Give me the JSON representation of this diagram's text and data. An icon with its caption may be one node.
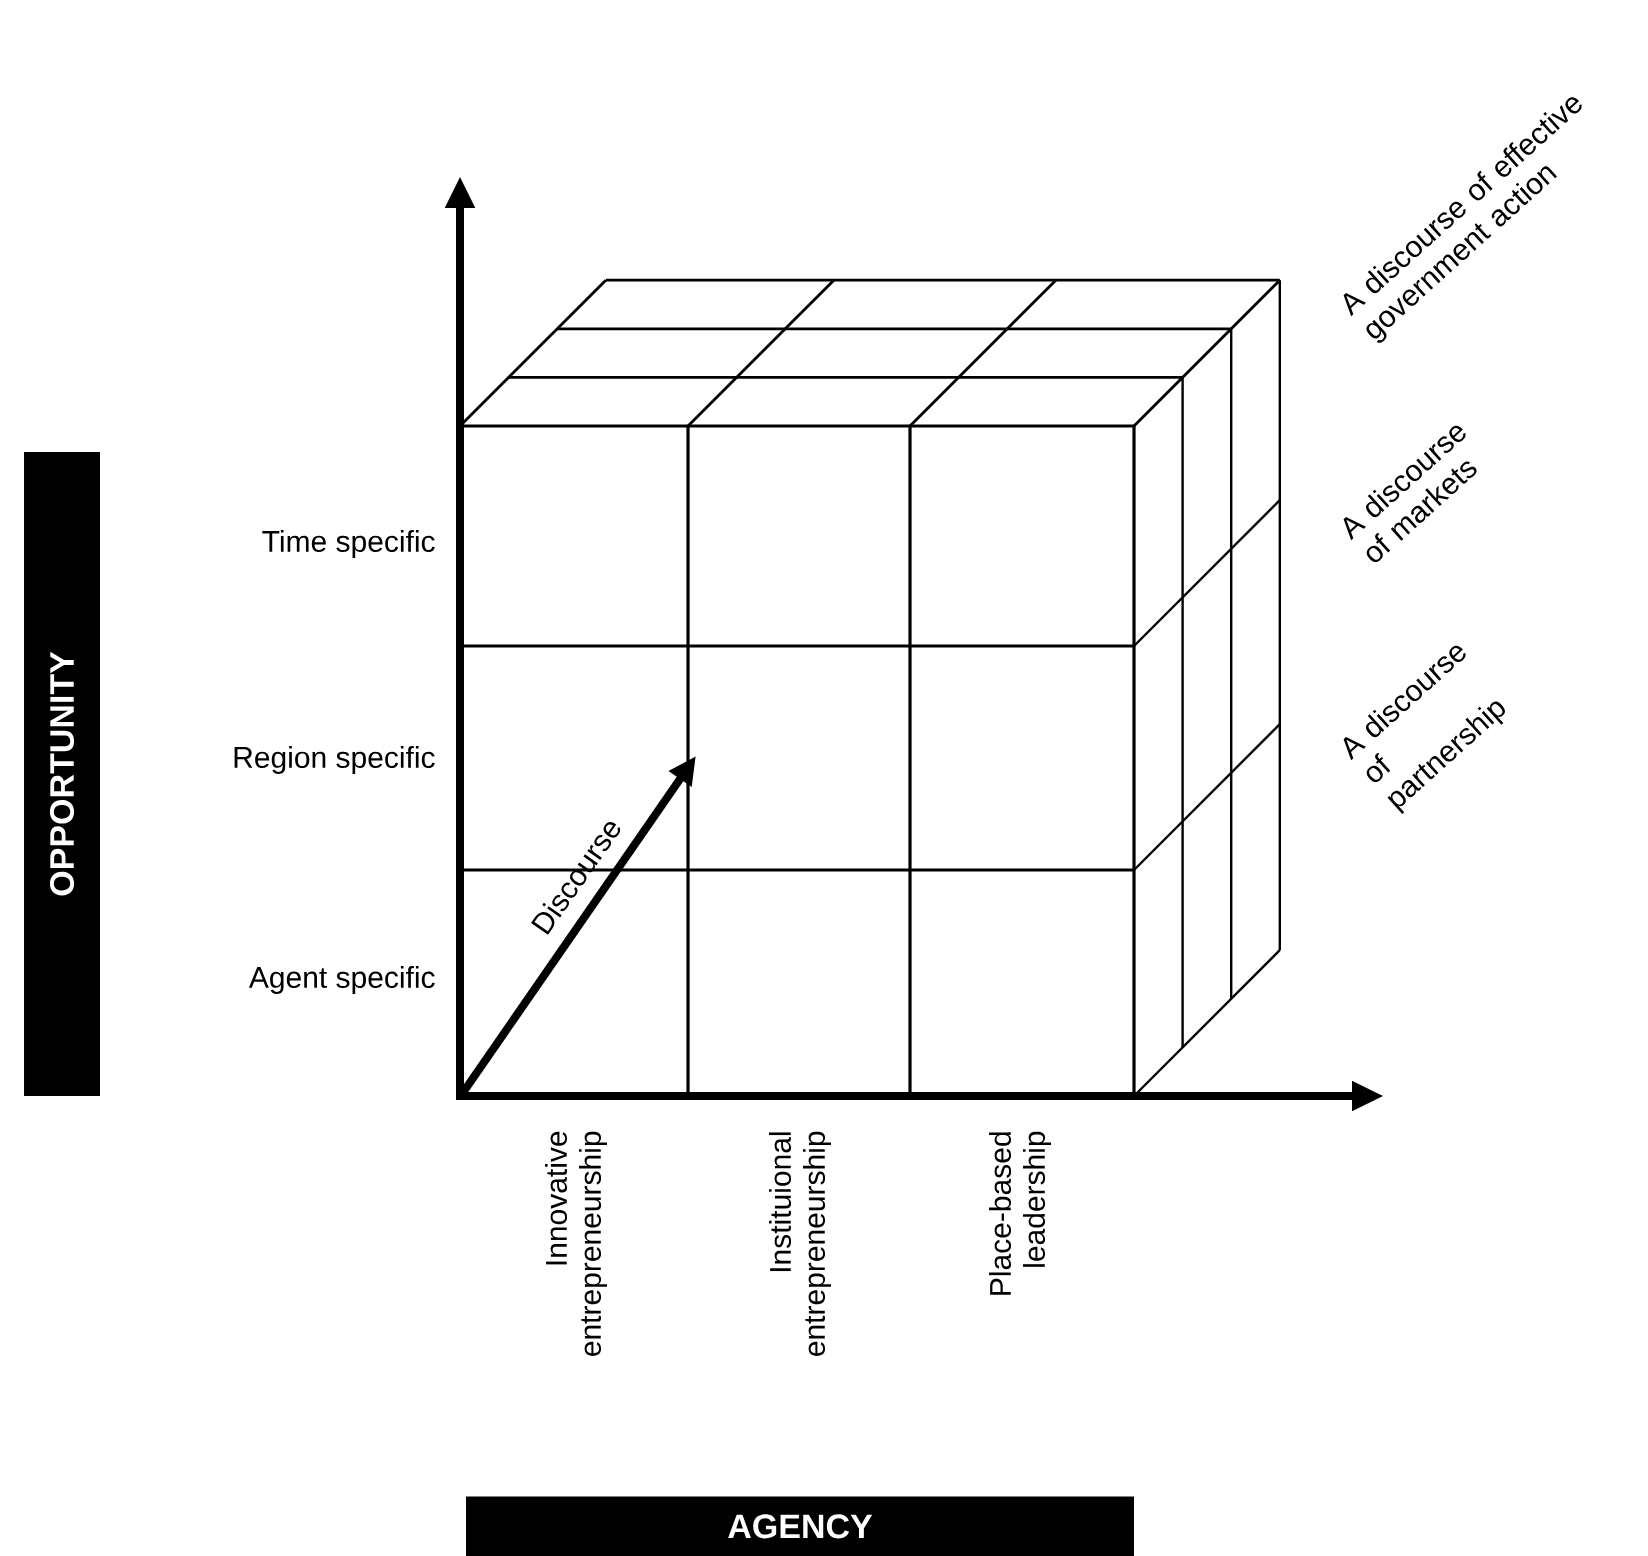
{
  "diagram": {
    "nodes": [
      {
        "text": [
          "OPPORTUNITY"
        ]
      },
      {
        "text": [
          "AGENCY"
        ]
      }
    ],
    "labels": [
      "A discourse of effective government action",
      "A discourse of markets",
      "A discourse of partnership",
      "Time specific",
      "Region specific",
      "Discourse",
      "Agent specific",
      "Innovative entrepreneurship",
      "Instituional entrepreneurship",
      "Place-based leadership"
    ]
  }
}
